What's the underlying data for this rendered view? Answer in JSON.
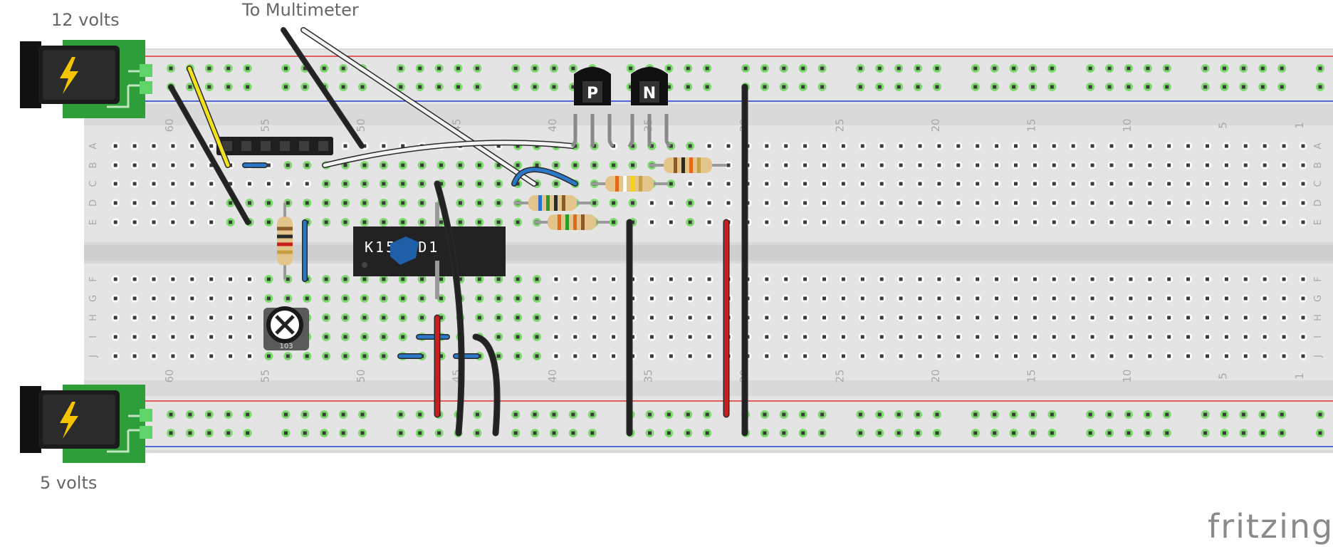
{
  "labels": {
    "top_supply": "12 volts",
    "bottom_supply": "5 volts",
    "multimeter": "To Multimeter",
    "brand": "fritzing"
  },
  "breadboard": {
    "column_labels": [
      "60",
      "55",
      "50",
      "45",
      "40",
      "35",
      "30",
      "25",
      "20",
      "15",
      "10",
      "5",
      "1"
    ],
    "row_labels_top": [
      "A",
      "B",
      "C",
      "D",
      "E"
    ],
    "row_labels_bottom": [
      "F",
      "G",
      "H",
      "I",
      "J"
    ]
  },
  "components": {
    "ic_label": "K155ID1",
    "pnp_label": "P",
    "npn_label": "N",
    "trimmer_label": "103"
  },
  "colors": {
    "board": "#d9d9d9",
    "rail_red": "#e03030",
    "rail_blue": "#2040d0",
    "active_hole": "#7fd870",
    "jack_pcb": "#2e9e3a",
    "wire_black": "#222222",
    "wire_yellow": "#f2e21a",
    "wire_white": "#f4f4f4",
    "wire_red": "#c81e1e",
    "wire_blue": "#2b78c8"
  }
}
